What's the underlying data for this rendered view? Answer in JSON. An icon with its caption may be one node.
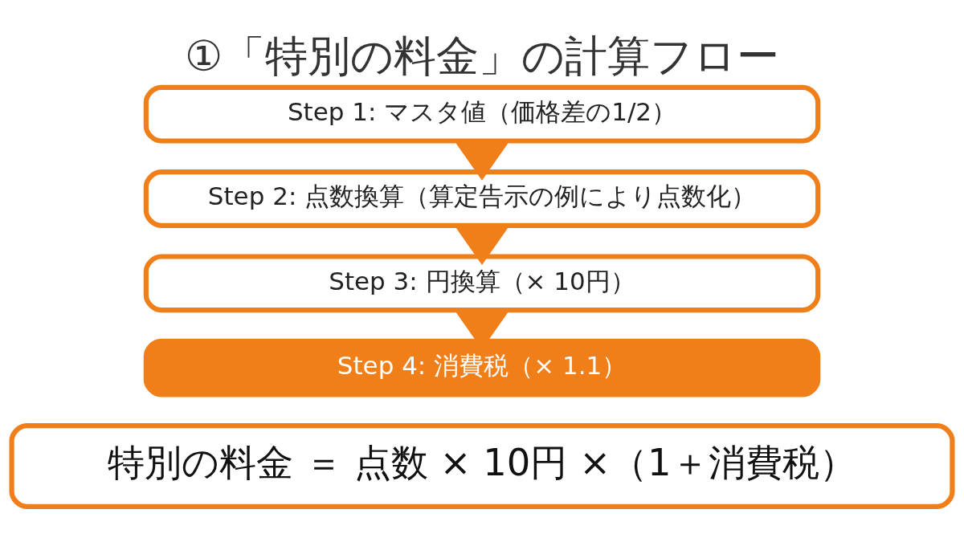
{
  "diagram": {
    "title": "①「特別の料金」の計算フロー",
    "nodes": [
      {
        "text": [
          "Step 1: マスタ値（価格差の1/2）"
        ]
      },
      {
        "text": [
          "Step 2: 点数換算（算定告示の例により点数化）"
        ]
      },
      {
        "text": [
          "Step 3: 円換算（× 10円）"
        ]
      },
      {
        "text": [
          "Step 4: 消費税（× 1.1）"
        ]
      },
      {
        "text": [
          "特別の料金 ＝ 点数 × 10円 ×（1＋消費税）"
        ]
      }
    ],
    "edges": [
      {
        "from": 0,
        "to": 1,
        "arrow": "to",
        "style": "thick"
      },
      {
        "from": 1,
        "to": 2,
        "arrow": "to",
        "style": "thick"
      },
      {
        "from": 2,
        "to": 3,
        "arrow": "to",
        "style": "thick"
      }
    ]
  }
}
